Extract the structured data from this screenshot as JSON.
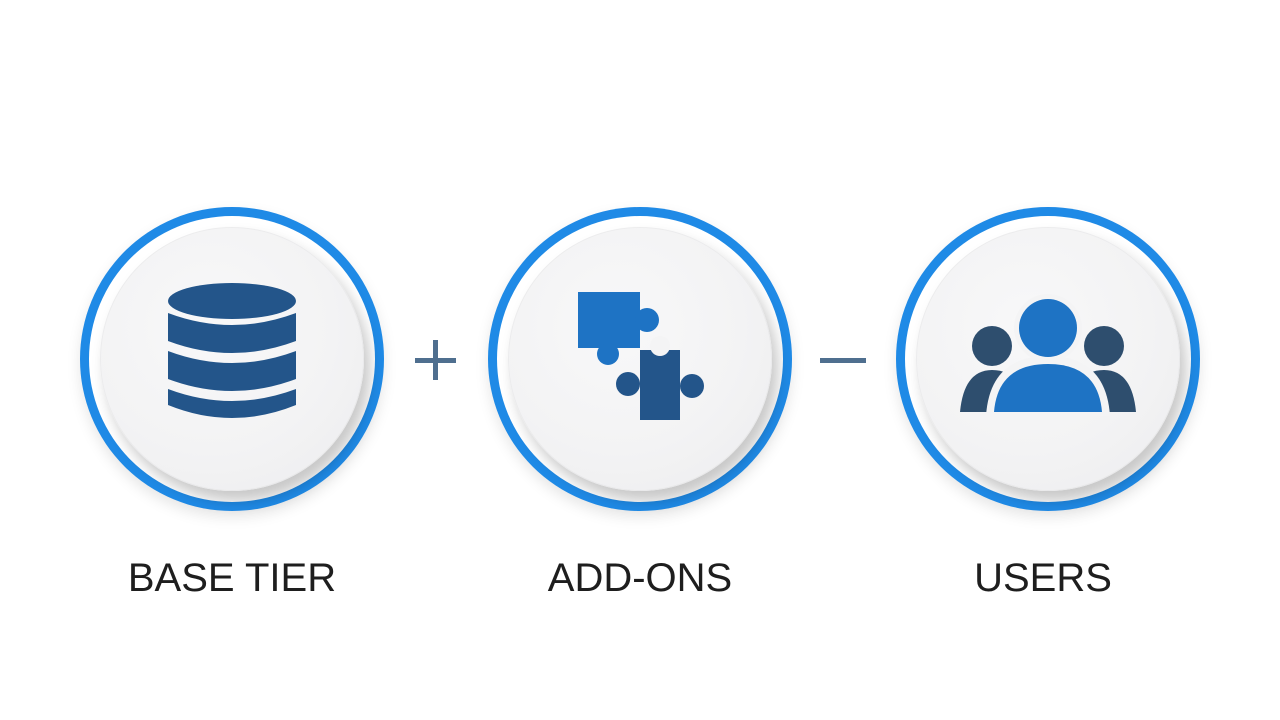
{
  "colors": {
    "ring": "#1f8ae6",
    "icon_dark": "#23558a",
    "icon_accent": "#1e73c4",
    "operator": "#4f6f8f",
    "label_text": "#1e1e1e",
    "background": "#ffffff"
  },
  "items": [
    {
      "label": "BASE TIER",
      "icon": "database-icon"
    },
    {
      "label": "ADD-ONS",
      "icon": "puzzle-pieces-icon"
    },
    {
      "label": "USERS",
      "icon": "users-group-icon"
    }
  ],
  "operators": [
    {
      "symbol": "+",
      "icon": "plus-icon"
    },
    {
      "symbol": "−",
      "icon": "minus-icon"
    }
  ]
}
